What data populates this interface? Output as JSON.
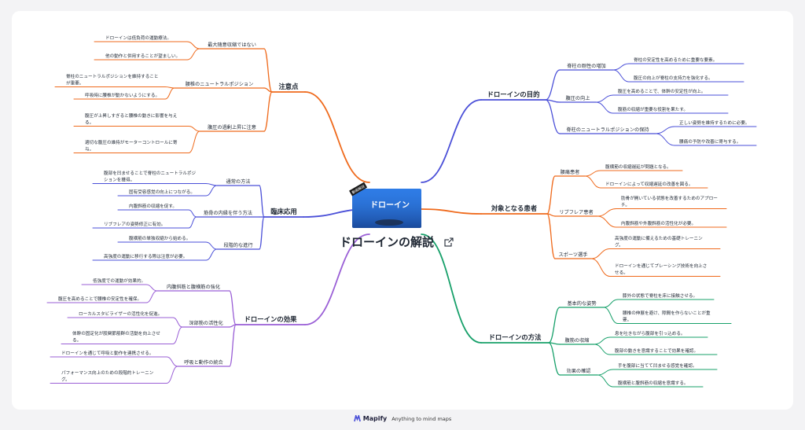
{
  "root": {
    "title": "ドローインの解説",
    "badge": "動画解説",
    "thumb_text": "ドローイン",
    "link_icon": "external-link-icon"
  },
  "colors": {
    "orange": "#ef6a1c",
    "blue": "#4a4fd8",
    "green": "#17a06a",
    "purple": "#9a5fd6"
  },
  "branches": {
    "precautions": {
      "label": "注意点",
      "groups": [
        {
          "label": "最大随意収縮ではない",
          "items": [
            "ドローインは低負荷の運動療法。",
            "他の動作と併用することが望ましい。"
          ]
        },
        {
          "label": "腰椎のニュートラルポジション",
          "items": [
            "脊柱のニュートラルポジションを維持すること|が重要。",
            "呼吸時に腰椎が動かないようにする。"
          ]
        },
        {
          "label": "腹圧の過剰上昇に注意",
          "items": [
            "腹圧が上昇しすぎると腰椎の動きに影響を与え|る。",
            "適切な腹圧の維持がモーターコントロールに寄|与。"
          ]
        }
      ]
    },
    "clinical": {
      "label": "臨床応用",
      "groups": [
        {
          "label": "通常の方法",
          "items": [
            "腹部を凹ませることで脊柱のニュートラルポジ|ションを獲得。",
            "固有受容感覚の向上につながる。"
          ]
        },
        {
          "label": "筋骨の内縁を伴う方法",
          "items": [
            "内腹斜筋の収縮を促す。",
            "リブフレアの姿勢修正に有効。"
          ]
        },
        {
          "label": "段階的な進行",
          "items": [
            "腹横筋の単独収縮から始める。",
            "高強度の運動に移行する際は注意が必要。"
          ]
        }
      ]
    },
    "effects": {
      "label": "ドローインの効果",
      "groups": [
        {
          "label": "内腹斜筋と腹横筋の強化",
          "items": [
            "低強度での運動が効果的。",
            "腹圧を高めることで腰椎の安定性を確保。"
          ]
        },
        {
          "label": "深部筋の活性化",
          "items": [
            "ローカルスタビライザーの活性化を促進。",
            "体幹の固定化が股関節筋群の活動を向上させ|る。"
          ]
        },
        {
          "label": "呼吸と動作の統合",
          "items": [
            "ドローインを通じて呼吸と動作を連携させる。",
            "パフォーマンス向上のための段階的トレーニン|グ。"
          ]
        }
      ]
    },
    "purpose": {
      "label": "ドローインの目的",
      "groups": [
        {
          "label": "脊柱の剛性の増加",
          "items": [
            "脊柱の安定性を高めるために重要な要素。",
            "腹圧の向上が脊柱の支持力を強化する。"
          ]
        },
        {
          "label": "腹圧の向上",
          "items": [
            "腹圧を高めることで、体幹の安定性が向上。",
            "腹筋の収縮が重要な役割を果たす。"
          ]
        },
        {
          "label": "脊柱のニュートラルポジションの保持",
          "items": [
            "正しい姿勢を維持するために必要。",
            "腰痛の予防や改善に寄与する。"
          ]
        }
      ]
    },
    "patients": {
      "label": "対象となる患者",
      "groups": [
        {
          "label": "腰痛患者",
          "items": [
            "腹横筋の収縮遅延が問題となる。",
            "ドローインによって収縮遅延の改善を図る。"
          ]
        },
        {
          "label": "リブフレア患者",
          "items": [
            "肋骨が開いている状態を改善するためのアプロー|チ。",
            "内腹斜筋や外腹斜筋の活性化が必要。"
          ]
        },
        {
          "label": "スポーツ選手",
          "items": [
            "高強度の運動に備えるための基礎トレーニン|グ。",
            "ドローインを通じてプレーシング技術を向上さ|せる。"
          ]
        }
      ]
    },
    "method": {
      "label": "ドローインの方法",
      "groups": [
        {
          "label": "基本的な姿勢",
          "items": [
            "膝外の状態で脊柱を床に接触させる。",
            "腰椎の伸展を避け、隙間を作らないことが重|要。"
          ]
        },
        {
          "label": "腹筋の収縮",
          "items": [
            "息を吐きながら腹部を引っ込める。",
            "腹部の動きを意識することで効果を確認。"
          ]
        },
        {
          "label": "効果の確認",
          "items": [
            "手を腹部に当てて凹ませる感覚を確認。",
            "腹横筋と腹斜筋の収縮を意識する。"
          ]
        }
      ]
    }
  },
  "footer": {
    "brand": "Mapify",
    "tagline": "Anything to mind maps"
  }
}
